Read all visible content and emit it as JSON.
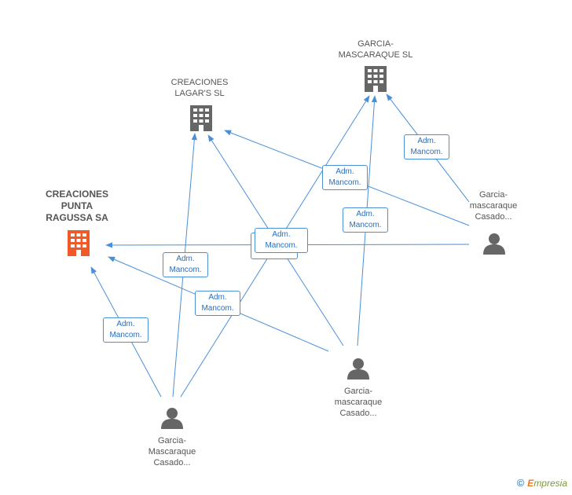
{
  "nodes": {
    "creaciones_punta_ragussa": {
      "lines": [
        "CREACIONES",
        "PUNTA",
        "RAGUSSA SA"
      ],
      "type": "company",
      "color": "#f05a28"
    },
    "creaciones_lagars": {
      "lines": [
        "CREACIONES",
        "LAGAR'S SL"
      ],
      "type": "company",
      "color": "#666666"
    },
    "garcia_mascaraque_sl": {
      "lines": [
        "GARCIA-",
        "MASCARAQUE SL"
      ],
      "type": "company",
      "color": "#666666"
    },
    "person_right": {
      "lines": [
        "Garcia-",
        "mascaraque",
        "Casado..."
      ],
      "type": "person",
      "color": "#666666"
    },
    "person_middle": {
      "lines": [
        "Garcia-",
        "mascaraque",
        "Casado..."
      ],
      "type": "person",
      "color": "#666666"
    },
    "person_bottom": {
      "lines": [
        "Garcia-",
        "Mascaraque",
        "Casado..."
      ],
      "type": "person",
      "color": "#666666"
    }
  },
  "edge_label": [
    "Adm.",
    "Mancom."
  ],
  "edge_color": "#4a90d9",
  "footer": {
    "copyright": "©",
    "brand_first": "E",
    "brand_rest": "mpresia"
  }
}
